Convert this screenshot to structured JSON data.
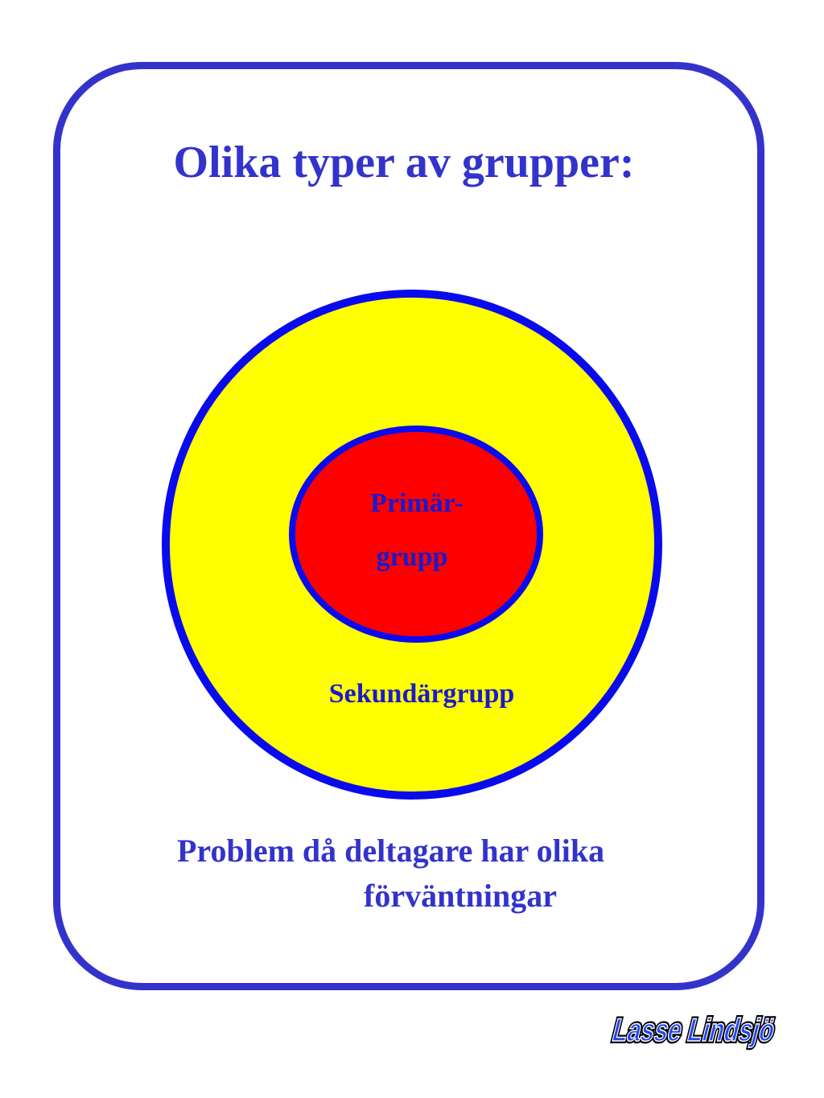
{
  "title": "Olika typer av grupper:",
  "diagram": {
    "inner_label_line1": "Primär-",
    "inner_label_line2": "grupp",
    "outer_label": "Sekundärgrupp"
  },
  "caption": {
    "line1": "Problem då deltagare har olika",
    "line2": "förväntningar"
  },
  "logo": {
    "text": "Lasse Lindsjö"
  },
  "colors": {
    "frame": "#3333cc",
    "text": "#3333cc",
    "circle_border": "#0a0aee",
    "outer_fill": "#ffff00",
    "inner_fill": "#ff0000",
    "logo_fill": "#2244ee"
  }
}
